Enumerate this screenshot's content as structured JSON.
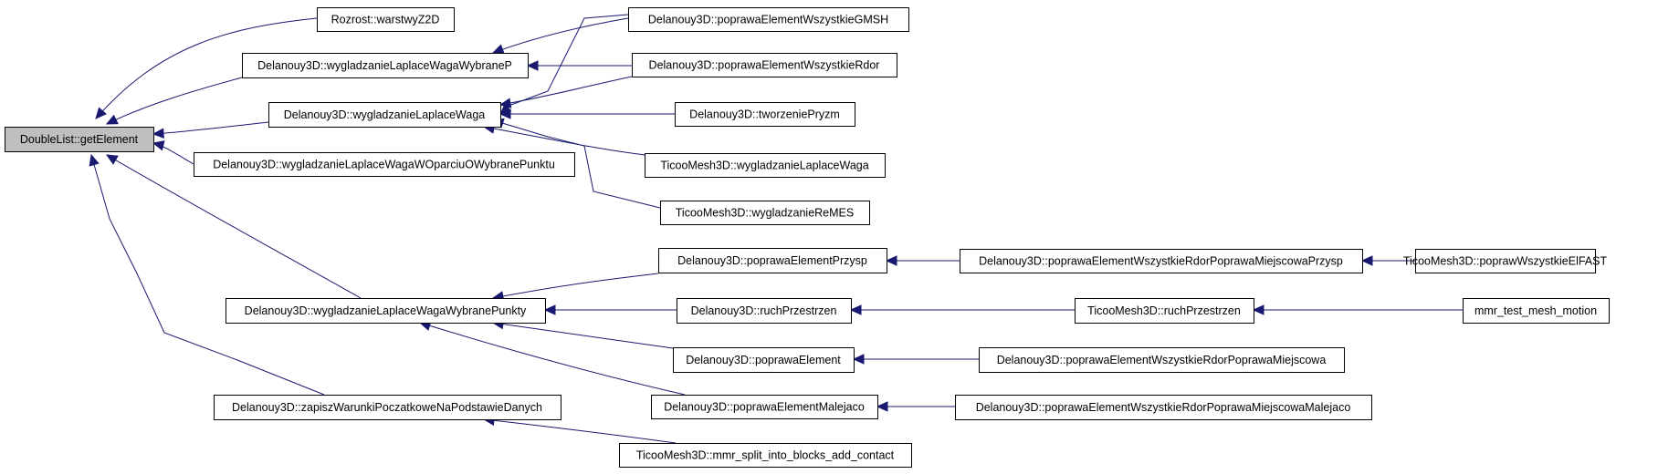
{
  "graph": {
    "nodes": [
      {
        "id": "n0",
        "label": "DoubleList::getElement",
        "root": true
      },
      {
        "id": "n1",
        "label": "Rozrost::warstwyZ2D"
      },
      {
        "id": "n2",
        "label": "Delanouy3D::wygladzanieLaplaceWagaWybraneP"
      },
      {
        "id": "n3",
        "label": "Delanouy3D::wygladzanieLaplaceWaga"
      },
      {
        "id": "n4",
        "label": "Delanouy3D::wygladzanieLaplaceWagaWOparciuOWybranePunktu"
      },
      {
        "id": "n5",
        "label": "Delanouy3D::wygladzanieLaplaceWagaWybranePunkty"
      },
      {
        "id": "n6",
        "label": "Delanouy3D::zapiszWarunkiPoczatkoweNaPodstawieDanych"
      },
      {
        "id": "n7",
        "label": "Delanouy3D::poprawaElementWszystkieGMSH"
      },
      {
        "id": "n8",
        "label": "Delanouy3D::poprawaElementWszystkieRdor"
      },
      {
        "id": "n9",
        "label": "Delanouy3D::tworzeniePryzm"
      },
      {
        "id": "n10",
        "label": "TicooMesh3D::wygladzanieLaplaceWaga"
      },
      {
        "id": "n11",
        "label": "TicooMesh3D::wygladzanieReMES"
      },
      {
        "id": "n12",
        "label": "Delanouy3D::poprawaElementPrzysp"
      },
      {
        "id": "n13",
        "label": "Delanouy3D::ruchPrzestrzen"
      },
      {
        "id": "n14",
        "label": "Delanouy3D::poprawaElement"
      },
      {
        "id": "n15",
        "label": "Delanouy3D::poprawaElementMalejaco"
      },
      {
        "id": "n16",
        "label": "TicooMesh3D::mmr_split_into_blocks_add_contact"
      },
      {
        "id": "n17",
        "label": "Delanouy3D::poprawaElementWszystkieRdorPoprawaMiejscowaPrzysp"
      },
      {
        "id": "n18",
        "label": "TicooMesh3D::ruchPrzestrzen"
      },
      {
        "id": "n19",
        "label": "Delanouy3D::poprawaElementWszystkieRdorPoprawaMiejscowa"
      },
      {
        "id": "n20",
        "label": "Delanouy3D::poprawaElementWszystkieRdorPoprawaMiejscowaMalejaco"
      },
      {
        "id": "n21",
        "label": "TicooMesh3D::poprawWszystkieElFAST"
      },
      {
        "id": "n22",
        "label": "mmr_test_mesh_motion"
      }
    ],
    "edges": [
      {
        "from": "n1",
        "to": "n0"
      },
      {
        "from": "n2",
        "to": "n0"
      },
      {
        "from": "n3",
        "to": "n0"
      },
      {
        "from": "n4",
        "to": "n0"
      },
      {
        "from": "n5",
        "to": "n0"
      },
      {
        "from": "n6",
        "to": "n0"
      },
      {
        "from": "n7",
        "to": "n2"
      },
      {
        "from": "n8",
        "to": "n2"
      },
      {
        "from": "n7",
        "to": "n3"
      },
      {
        "from": "n8",
        "to": "n3"
      },
      {
        "from": "n9",
        "to": "n3"
      },
      {
        "from": "n10",
        "to": "n3"
      },
      {
        "from": "n11",
        "to": "n3"
      },
      {
        "from": "n12",
        "to": "n5"
      },
      {
        "from": "n13",
        "to": "n5"
      },
      {
        "from": "n14",
        "to": "n5"
      },
      {
        "from": "n15",
        "to": "n5"
      },
      {
        "from": "n16",
        "to": "n6"
      },
      {
        "from": "n17",
        "to": "n12"
      },
      {
        "from": "n18",
        "to": "n13"
      },
      {
        "from": "n19",
        "to": "n14"
      },
      {
        "from": "n20",
        "to": "n15"
      },
      {
        "from": "n21",
        "to": "n17"
      },
      {
        "from": "n22",
        "to": "n18"
      }
    ]
  }
}
